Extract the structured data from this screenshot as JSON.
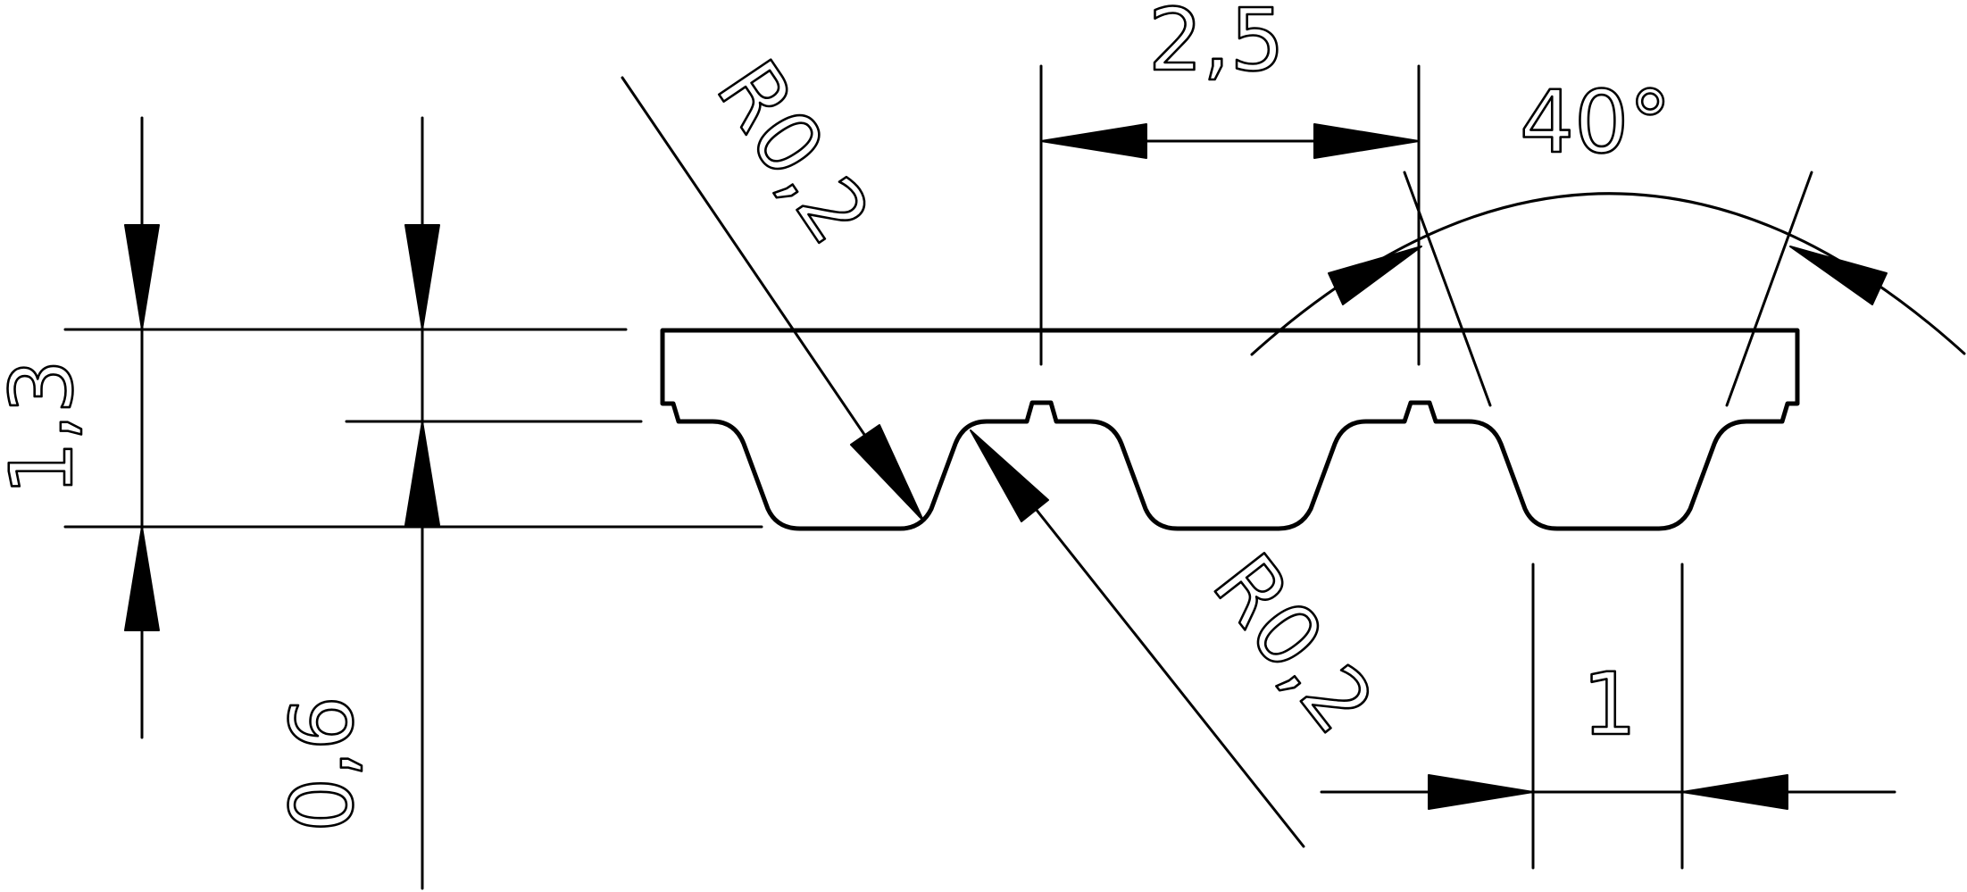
{
  "dimensions": {
    "pitch": "2,5",
    "angle": "40°",
    "total_height": "1,3",
    "tooth_height": "0,6",
    "radius_top": "R0,2",
    "radius_bottom": "R0,2",
    "tooth_width": "1"
  }
}
